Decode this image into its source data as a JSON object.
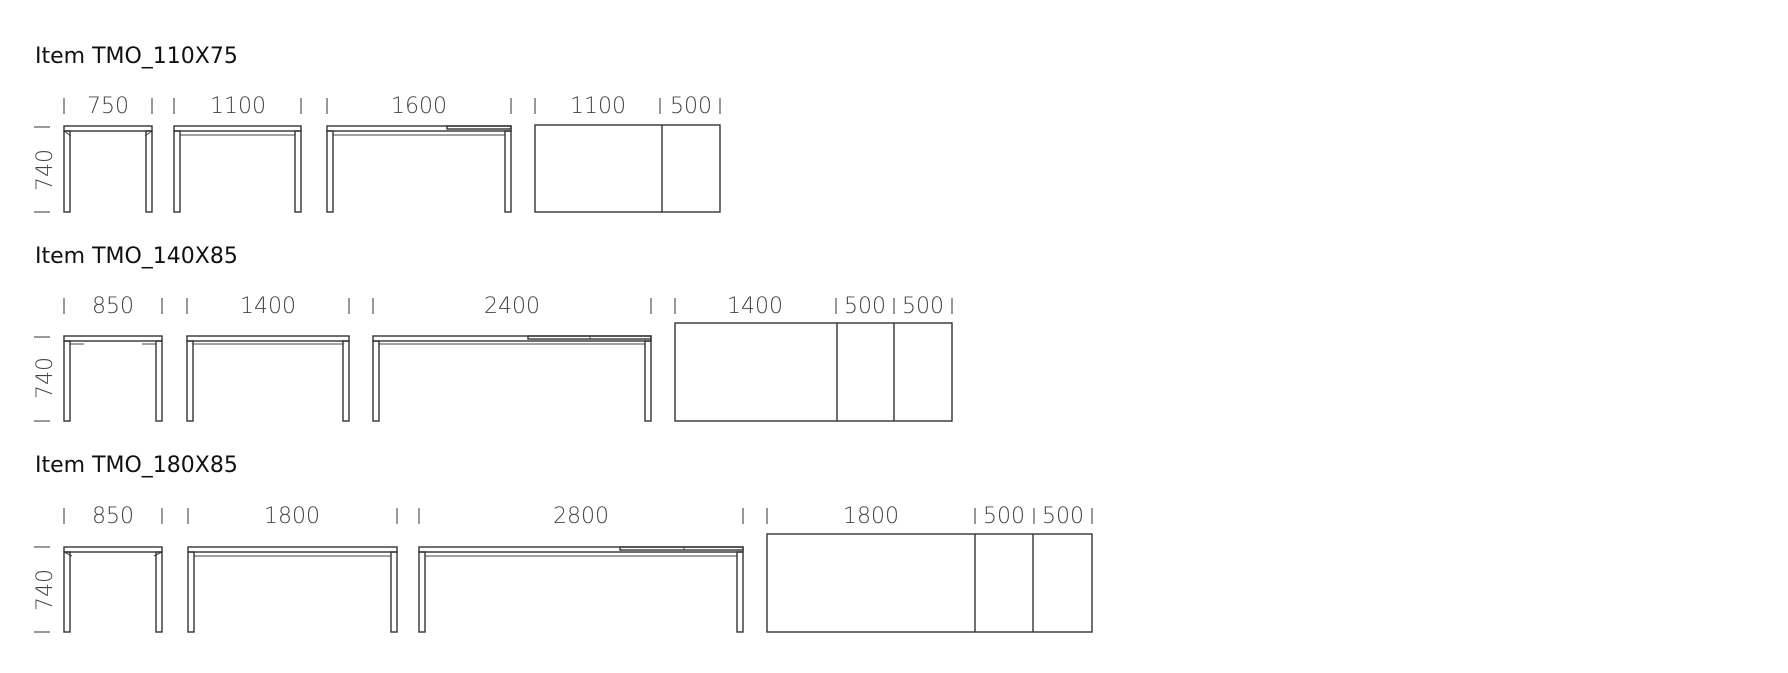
{
  "items": [
    {
      "title": "Item TMO_110X75",
      "height_label": "740",
      "views": [
        {
          "type": "side",
          "width_label": "750"
        },
        {
          "type": "front",
          "width_label": "1100"
        },
        {
          "type": "front-extended",
          "width_label": "1600"
        },
        {
          "type": "top",
          "width_labels": [
            "1100",
            "500"
          ]
        }
      ]
    },
    {
      "title": "Item TMO_140X85",
      "height_label": "740",
      "views": [
        {
          "type": "side",
          "width_label": "850"
        },
        {
          "type": "front",
          "width_label": "1400"
        },
        {
          "type": "front-extended",
          "width_label": "2400"
        },
        {
          "type": "top",
          "width_labels": [
            "1400",
            "500",
            "500"
          ]
        }
      ]
    },
    {
      "title": "Item TMO_180X85",
      "height_label": "740",
      "views": [
        {
          "type": "side",
          "width_label": "850"
        },
        {
          "type": "front",
          "width_label": "1800"
        },
        {
          "type": "front-extended",
          "width_label": "2800"
        },
        {
          "type": "top",
          "width_labels": [
            "1800",
            "500",
            "500"
          ]
        }
      ]
    }
  ],
  "colors": {
    "line": "#333333",
    "text": "#444444",
    "title": "#111111"
  }
}
